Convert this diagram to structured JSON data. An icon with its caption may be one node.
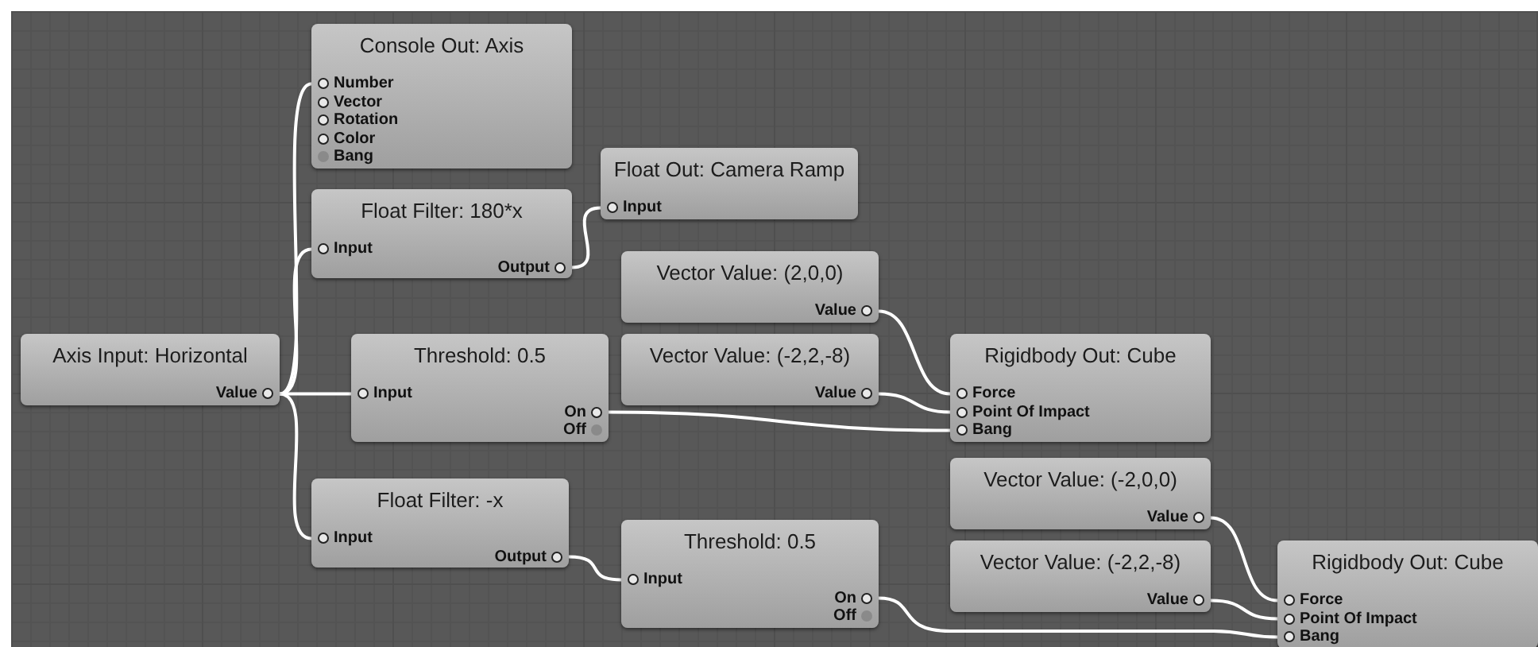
{
  "diagram": {
    "nodes": [
      {
        "text": [
          "Console Out: Axis",
          "Number",
          "Vector",
          "Rotation",
          "Color",
          "Bang"
        ]
      },
      {
        "text": [
          "Float Out: Camera Ramp",
          "Input"
        ]
      },
      {
        "text": [
          "Float Filter: 180*x",
          "Input",
          "Output"
        ]
      },
      {
        "text": [
          "Vector Value: (2,0,0)",
          "Value"
        ]
      },
      {
        "text": [
          "Axis Input: Horizontal",
          "Value"
        ]
      },
      {
        "text": [
          "Threshold: 0.5",
          "Input",
          "On",
          "Off"
        ]
      },
      {
        "text": [
          "Vector Value: (-2,2,-8)",
          "Value"
        ]
      },
      {
        "text": [
          "Rigidbody Out: Cube",
          "Force",
          "Point Of Impact",
          "Bang"
        ]
      },
      {
        "text": [
          "Float Filter: -x",
          "Input",
          "Output"
        ]
      },
      {
        "text": [
          "Vector Value: (-2,0,0)",
          "Value"
        ]
      },
      {
        "text": [
          "Threshold: 0.5",
          "Input",
          "On",
          "Off"
        ]
      },
      {
        "text": [
          "Vector Value: (-2,2,-8)",
          "Value"
        ]
      },
      {
        "text": [
          "Rigidbody Out: Cube",
          "Force",
          "Point Of Impact",
          "Bang"
        ]
      }
    ],
    "edges": [
      {
        "from": 4,
        "to": 0,
        "arrow": "none"
      },
      {
        "from": 4,
        "to": 2,
        "arrow": "none"
      },
      {
        "from": 4,
        "to": 5,
        "arrow": "none"
      },
      {
        "from": 4,
        "to": 8,
        "arrow": "none"
      },
      {
        "from": 2,
        "to": 1,
        "arrow": "none"
      },
      {
        "from": 3,
        "to": 7,
        "arrow": "none"
      },
      {
        "from": 6,
        "to": 7,
        "arrow": "none"
      },
      {
        "from": 5,
        "to": 7,
        "arrow": "none"
      },
      {
        "from": 8,
        "to": 10,
        "arrow": "none"
      },
      {
        "from": 9,
        "to": 12,
        "arrow": "none"
      },
      {
        "from": 11,
        "to": 12,
        "arrow": "none"
      },
      {
        "from": 10,
        "to": 12,
        "arrow": "none"
      }
    ]
  }
}
